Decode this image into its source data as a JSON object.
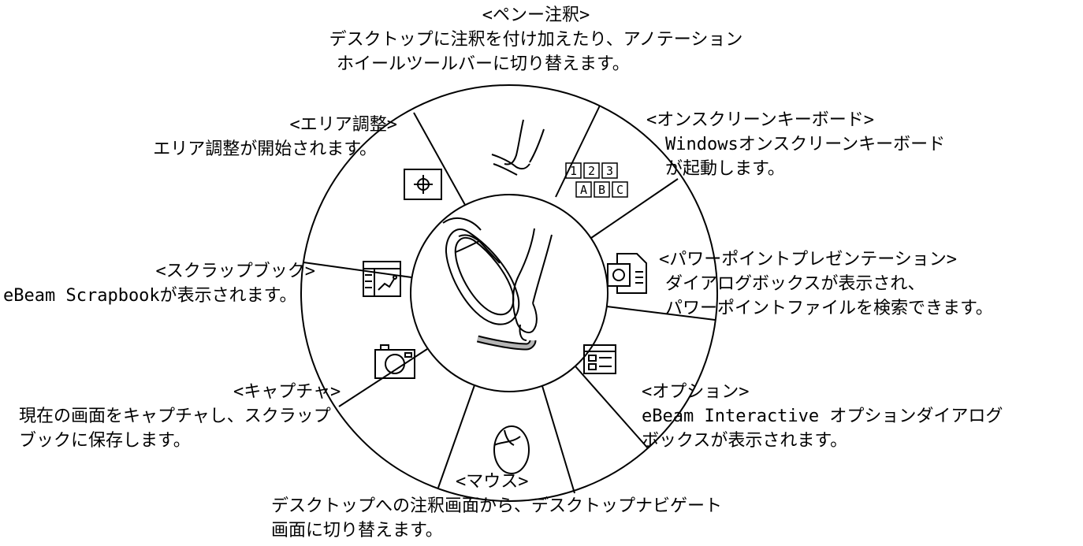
{
  "pen": {
    "title": "<ペンー注釈>",
    "lines": [
      "デスクトップに注釈を付け加えたり、アノテーション",
      "ホイールツールバーに切り替えます。"
    ]
  },
  "area": {
    "title": "<エリア調整>",
    "lines": [
      "エリア調整が開始されます。"
    ]
  },
  "keyboard": {
    "title": "<オンスクリーンキーボード>",
    "lines": [
      "Windowsオンスクリーンキーボード",
      "が起動します。"
    ]
  },
  "powerpoint": {
    "title": "<パワーポイントプレゼンテーション>",
    "lines": [
      "ダイアログボックスが表示され、",
      "パワーポイントファイルを検索できます。"
    ]
  },
  "scrapbook": {
    "title": "<スクラップブック>",
    "lines": [
      "eBeam Scrapbookが表示されます。"
    ]
  },
  "capture": {
    "title": "<キャプチャ>",
    "lines": [
      "現在の画面をキャプチャし、スクラップ",
      "ブックに保存します。"
    ]
  },
  "options": {
    "title": "<オプション>",
    "lines": [
      "eBeam Interactive オプションダイアログ",
      "ボックスが表示されます。"
    ]
  },
  "mouse": {
    "title": "<マウス>",
    "lines": [
      "デスクトップへの注釈画面から、デスクトップナビゲート",
      "画面に切り替えます。"
    ]
  },
  "keyboard_glyphs": {
    "row1": [
      "1",
      "2",
      "3"
    ],
    "row2": [
      "A",
      "B",
      "C"
    ]
  },
  "colors": {
    "line": "#000000",
    "pen_tip_fill": "#b5b5b5",
    "background": "#ffffff"
  }
}
